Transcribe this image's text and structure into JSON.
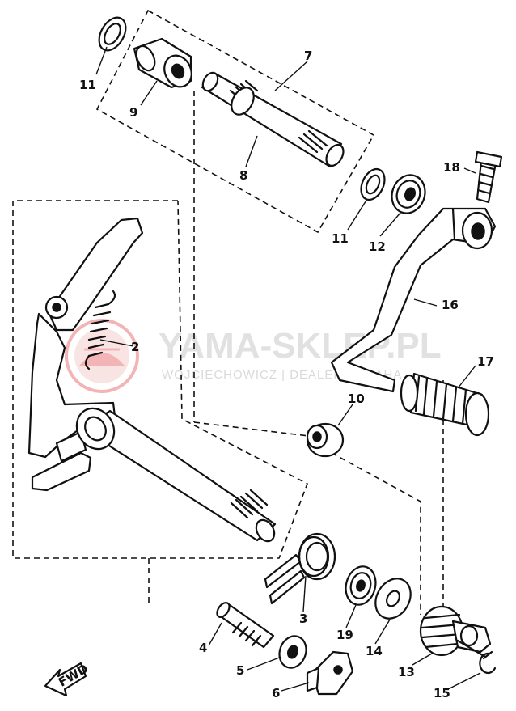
{
  "watermark": {
    "title": "YAMA-SKLEP.PL",
    "subtitle": "WOJCIECHOWICZ | DEALER YAMAHA",
    "color": "#e35b5b"
  },
  "fwd_label": "FWD",
  "callouts": [
    "2",
    "3",
    "4",
    "5",
    "6",
    "7",
    "8",
    "9",
    "10",
    "11",
    "11",
    "12",
    "13",
    "14",
    "15",
    "16",
    "17",
    "18",
    "19"
  ]
}
